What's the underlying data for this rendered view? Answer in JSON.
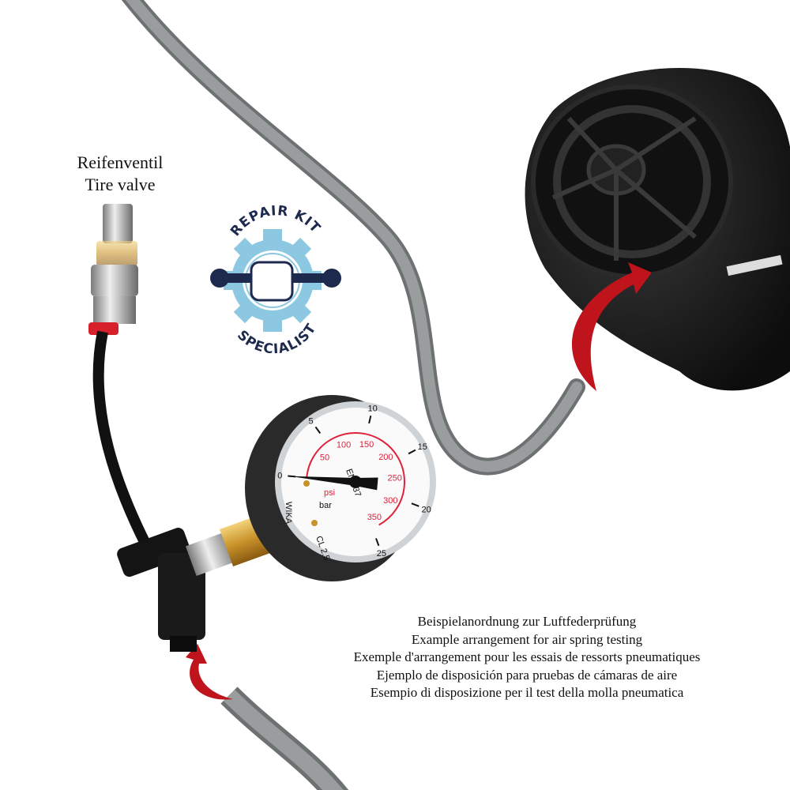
{
  "tire_valve_label": {
    "de": "Reifenventil",
    "en": "Tire valve"
  },
  "logo": {
    "top_text": "REPAIR KIT",
    "bottom_text": "SPECIALIST",
    "colors": {
      "gear": "#8cc8e2",
      "wrench": "#1d2a4d"
    }
  },
  "caption": [
    "Beispielanordnung zur Luftfederprüfung",
    "Example arrangement for air spring testing",
    "Exemple d'arrangement pour les essais de ressorts pneumatiques",
    "Ejemplo de disposición para pruebas de cámaras de aire",
    "Esempio di disposizione per il test della molla pneumatica"
  ],
  "gauge": {
    "brand": "WIKA",
    "standard": "EN 837",
    "class": "CL 2.5",
    "unit_bar": "bar",
    "unit_psi": "psi",
    "bar_scale": [
      "0",
      "5",
      "10",
      "15",
      "20",
      "25"
    ],
    "psi_scale": [
      "50",
      "100",
      "150",
      "200",
      "250",
      "300",
      "350"
    ],
    "reading_bar": 0,
    "colors": {
      "psi": "#e0213a"
    }
  },
  "colors": {
    "hose": "#8e9192",
    "arrow": "#c0141c",
    "air_spring": "#1b1b1b"
  }
}
